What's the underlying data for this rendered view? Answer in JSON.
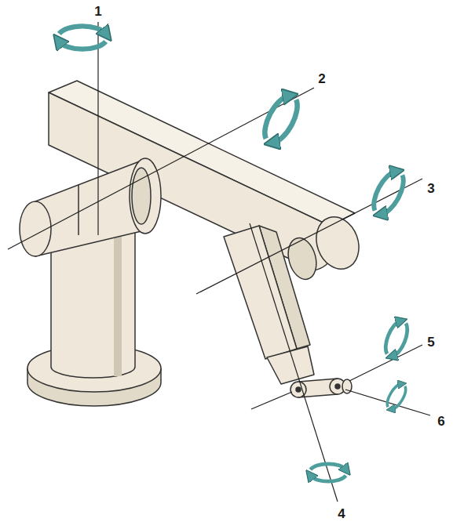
{
  "diagram": {
    "labels": [
      "1",
      "2",
      "3",
      "5",
      "6",
      "4"
    ]
  }
}
